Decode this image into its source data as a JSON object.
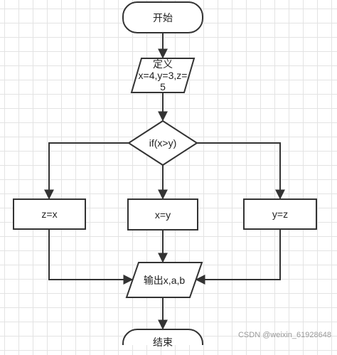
{
  "nodes": {
    "start": "开始",
    "define_line1": "定义",
    "define_line2": "x=4,y=3,z=",
    "define_line3": "5",
    "decision": "if(x>y)",
    "assign_left": "z=x",
    "assign_mid": "x=y",
    "assign_right": "y=z",
    "output": "输出x,a,b",
    "end": "结束"
  },
  "watermark": "CSDN @weixin_61928648",
  "colors": {
    "stroke": "#333333",
    "grid": "#e3e3e3",
    "background": "#ffffff"
  }
}
